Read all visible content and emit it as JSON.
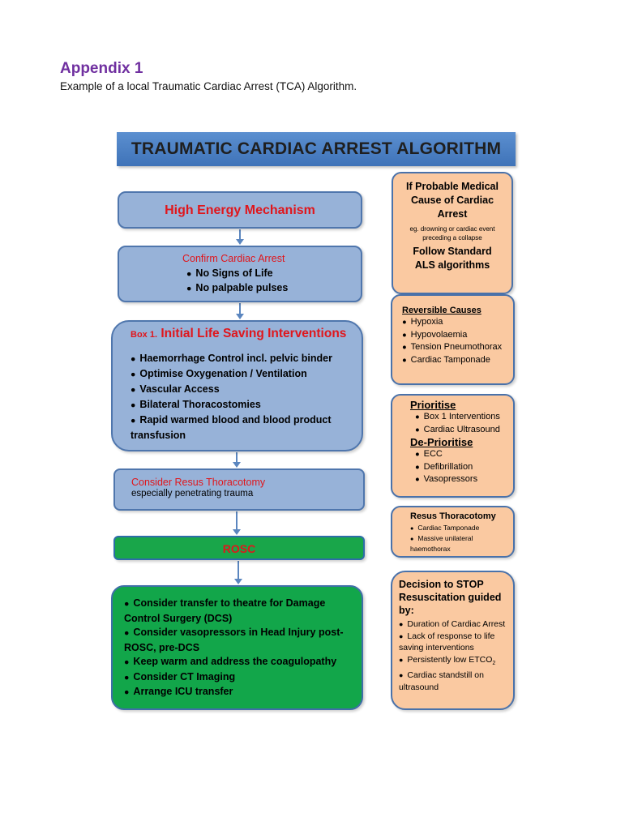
{
  "header": {
    "title": "Appendix 1",
    "caption": "Example of a local Traumatic Cardiac Arrest (TCA) Algorithm."
  },
  "banner": "TRAUMATIC CARDIAC ARREST ALGORITHM",
  "left": {
    "high_energy": "High Energy Mechanism",
    "confirm": {
      "title": "Confirm Cardiac Arrest",
      "items": [
        "No Signs of Life",
        "No palpable pulses"
      ]
    },
    "box1": {
      "prefix": "Box 1.",
      "title": "Initial Life Saving Interventions",
      "items": [
        "Haemorrhage Control incl. pelvic binder",
        "Optimise Oxygenation / Ventilation",
        "Vascular Access",
        "Bilateral Thoracostomies",
        "Rapid warmed blood and blood product transfusion"
      ]
    },
    "resus": {
      "title": "Consider Resus Thoracotomy",
      "subtitle": "especially penetrating trauma"
    },
    "rosc": "ROSC",
    "post_rosc": [
      "Consider transfer to theatre for Damage Control Surgery (DCS)",
      "Consider vasopressors in Head Injury post-ROSC, pre-DCS",
      "Keep warm and address the coagulopathy",
      "Consider CT Imaging",
      "Arrange ICU transfer"
    ]
  },
  "right": {
    "medical": {
      "title": "If Probable Medical Cause of Cardiac Arrest",
      "note": "eg. drowning  or cardiac event preceding  a collapse",
      "follow": "Follow Standard ALS algorithms"
    },
    "reversible": {
      "title": "Reversible Causes",
      "items": [
        "Hypoxia",
        "Hypovolaemia",
        "Tension Pneumothorax",
        "Cardiac Tamponade"
      ]
    },
    "prioritise": {
      "title": "Prioritise",
      "items": [
        "Box 1 Interventions",
        "Cardiac Ultrasound"
      ],
      "de_title": "De-Prioritise",
      "de_items": [
        "ECC",
        "Defibrillation",
        "Vasopressors"
      ]
    },
    "thoracotomy": {
      "title": "Resus Thoracotomy",
      "items": [
        "Cardiac  Tamponade",
        "Massive unilateral haemothorax"
      ]
    },
    "decision": {
      "title": "Decision to STOP Resuscitation guided by:",
      "items": [
        "Duration of Cardiac Arrest",
        "Lack of response to life saving interventions",
        "Persistently low ETCO",
        "Cardiac standstill on ultrasound"
      ],
      "etco_subscript": "2"
    }
  },
  "colors": {
    "accent_purple": "#7030a0",
    "red_text": "#e0161c",
    "blue_box": "#97b2d8",
    "peach_box": "#fac9a1",
    "green_box": "#19a64a"
  }
}
